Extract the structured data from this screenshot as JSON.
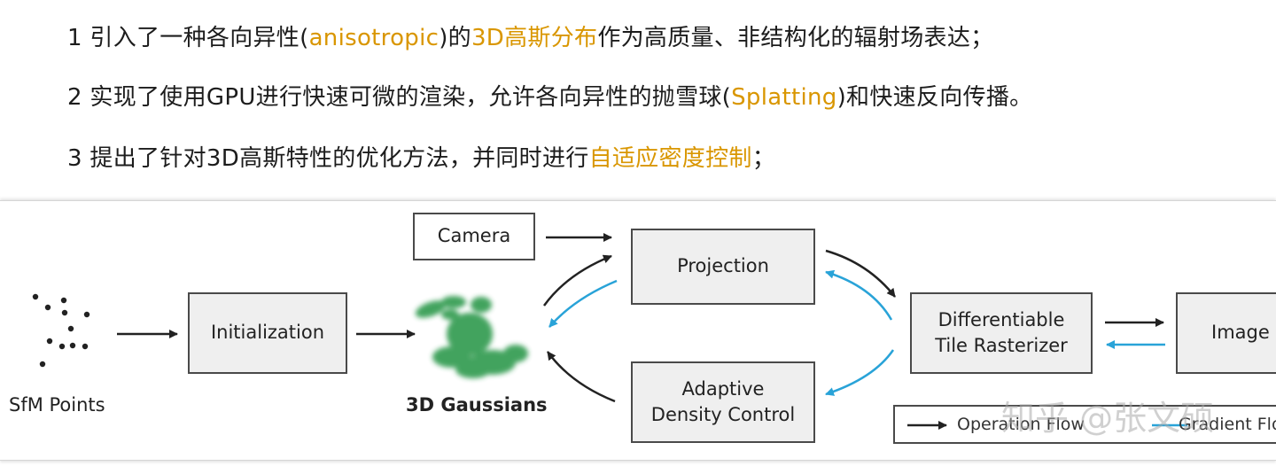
{
  "bullets": [
    {
      "prefix": "1 引入了一种各向异性(",
      "hl1": "anisotropic",
      "mid": ")的",
      "hl2": "3D高斯分布",
      "suffix": "作为高质量、非结构化的辐射场表达；"
    },
    {
      "prefix": "2 实现了使用GPU进行快速可微的渲染，允许各向异性的抛雪球(",
      "hl1": "Splatting",
      "suffix": ")和快速反向传播。"
    },
    {
      "prefix": "3 提出了针对3D高斯特性的优化方法，并同时进行",
      "hl1": "自适应密度控制",
      "suffix": "；"
    }
  ],
  "diagram": {
    "sfm_label": "SfM Points",
    "init_label": "Initialization",
    "gaussians_label": "3D Gaussians",
    "camera_label": "Camera",
    "projection_label": "Projection",
    "adc_label": "Adaptive\nDensity Control",
    "rasterizer_label": "Differentiable\nTile Rasterizer",
    "image_label": "Image",
    "legend_operation": "Operation Flow",
    "legend_gradient": "Gradient Flow"
  },
  "colors": {
    "highlight": "#d99600",
    "gradient_arrow": "#29a3d8",
    "operation_arrow": "#222222",
    "gaussian_green": "#2e9a4e"
  },
  "watermark": "知乎 @张文硕"
}
